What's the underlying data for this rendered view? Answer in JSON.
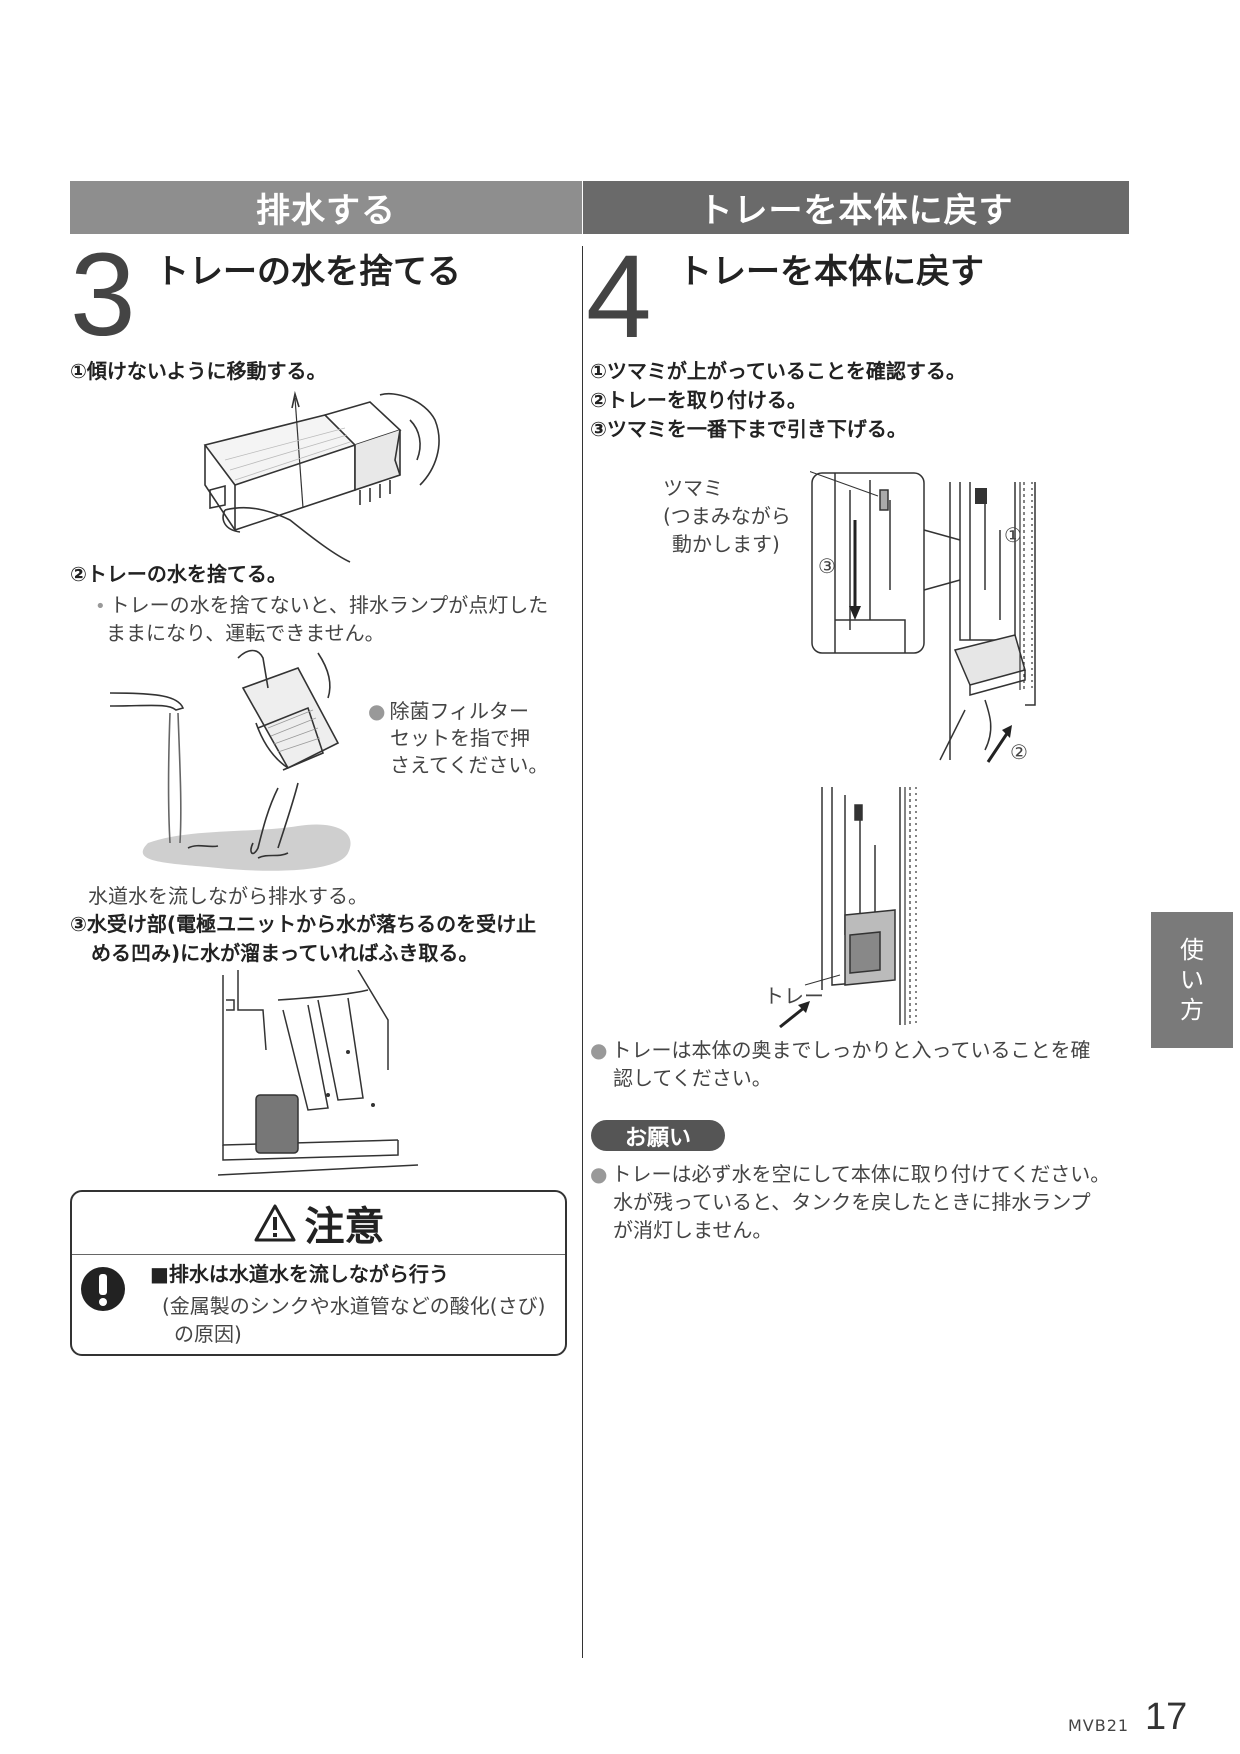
{
  "headers": {
    "left": "排水する",
    "right": "トレーを本体に戻す"
  },
  "step3": {
    "number": "3",
    "title": "トレーの水を捨てる",
    "item1": "①傾けないように移動する。",
    "item2": "②トレーの水を捨てる。",
    "item2_note_line1": "トレーの水を捨てないと、排水ランプが点灯した",
    "item2_note_line2": "ままになり、運転できません。",
    "filter_callout_line1": "除菌フィルター",
    "filter_callout_line2": "セットを指で押",
    "filter_callout_line3": "さえてください。",
    "tap_caption": "水道水を流しながら排水する。",
    "item3_line1": "③水受け部(電極ユニットから水が落ちるのを受け止",
    "item3_line2": "める凹み)に水が溜まっていればふき取る。"
  },
  "caution": {
    "title": "注意",
    "heading": "■排水は水道水を流しながら行う",
    "body_line1": "(金属製のシンクや水道管などの酸化(さび)",
    "body_line2": "の原因)"
  },
  "step4": {
    "number": "4",
    "title": "トレーを本体に戻す",
    "item1": "①ツマミが上がっていることを確認する。",
    "item2": "②トレーを取り付ける。",
    "item3": "③ツマミを一番下まで引き下げる。",
    "knob_label": "ツマミ",
    "knob_note_line1": "(つまみながら",
    "knob_note_line2": "動かします)",
    "marker1": "①",
    "marker2": "②",
    "marker3": "③",
    "tray_label": "トレー",
    "note_line1": "トレーは本体の奥までしっかりと入っていることを確",
    "note_line2": "認してください。"
  },
  "request": {
    "label": "お願い",
    "line1": "トレーは必ず水を空にして本体に取り付けてください。",
    "line2": "水が残っていると、タンクを戻したときに排水ランプ",
    "line3": "が消灯しません。"
  },
  "side_tab": {
    "char1": "使",
    "char2": "い",
    "char3": "方"
  },
  "footer": {
    "model": "MVB21",
    "page": "17"
  }
}
